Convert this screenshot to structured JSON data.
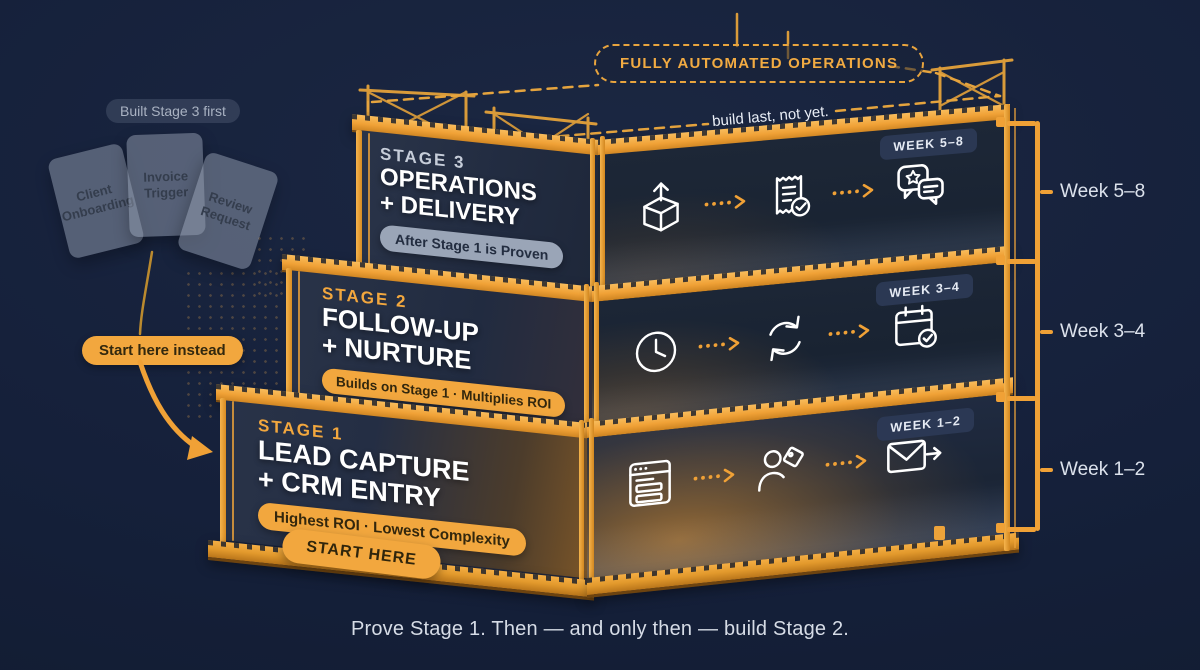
{
  "colors": {
    "accent": "#F2A73E",
    "background": "#15203A",
    "panel_dark": "#202B41",
    "text_light": "#FFFFFF",
    "muted_gray": "#A9B2C2"
  },
  "banner": {
    "label": "FULLY AUTOMATED OPERATIONS",
    "note": "build last, not yet."
  },
  "left_annotation": {
    "label": "Built Stage 3 first",
    "cards": [
      {
        "label": "Client Onboarding"
      },
      {
        "label": "Invoice Trigger"
      },
      {
        "label": "Review Request"
      }
    ],
    "cta": "Start here instead"
  },
  "stages": [
    {
      "kicker": "STAGE 3",
      "title_line1": "OPERATIONS",
      "title_line2": "+ DELIVERY",
      "tagline": "After Stage 1 is Proven",
      "week_badge": "WEEK 5–8",
      "icons": [
        "box-ship",
        "receipt-check",
        "review-chat"
      ]
    },
    {
      "kicker": "STAGE 2",
      "title_line1": "FOLLOW-UP",
      "title_line2": "+ NURTURE",
      "tagline": "Builds on Stage 1 · Multiplies ROI",
      "week_badge": "WEEK 3–4",
      "icons": [
        "clock",
        "refresh-cycle",
        "calendar-check"
      ]
    },
    {
      "kicker": "STAGE 1",
      "title_line1": "LEAD CAPTURE",
      "title_line2": "+ CRM ENTRY",
      "tagline": "Highest ROI · Lowest Complexity",
      "week_badge": "WEEK 1–2",
      "icons": [
        "web-form",
        "contact-tag",
        "email-send"
      ]
    }
  ],
  "timeline": [
    {
      "label": "Week 5–8"
    },
    {
      "label": "Week 3–4"
    },
    {
      "label": "Week 1–2"
    }
  ],
  "start_badge": "START HERE",
  "caption": "Prove Stage 1. Then — and only then — build Stage 2."
}
